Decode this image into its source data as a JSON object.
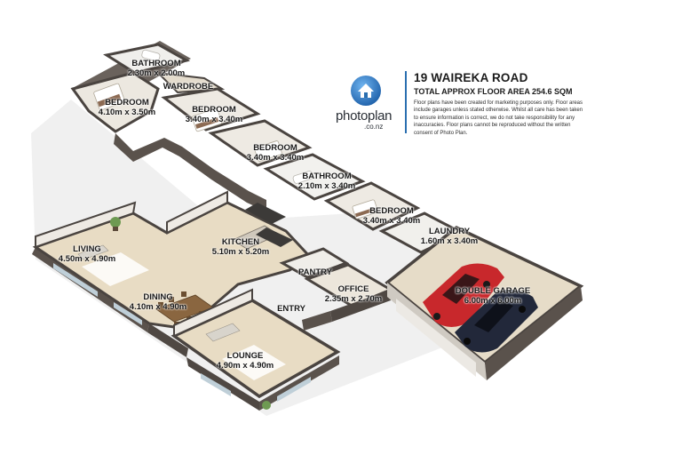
{
  "header": {
    "address": "19 WAIREKA ROAD",
    "floor_area": "TOTAL APPROX FLOOR AREA 254.6 SQM",
    "disclaimer": "Floor plans have been created for marketing purposes only. Floor areas include garages unless stated otherwise. Whilst all care has been taken to ensure information is correct, we do not take responsibility for any inaccuracies. Floor plans cannot be reproduced without the written consent of Photo Plan."
  },
  "logo": {
    "text": "photoplan",
    "sub": ".co.nz"
  },
  "colors": {
    "wall": "#4a4440",
    "floor_wood": "#e8dcc4",
    "floor_tile": "#f1f0ed",
    "floor_carpet": "#d6cfc2",
    "brand_blue": "#2a6fb0",
    "car_red": "#c8282c",
    "car_navy": "#22283a"
  },
  "rooms": [
    {
      "id": "bathroom-1",
      "name": "BATHROOM",
      "size": "2.30m x 2.00m"
    },
    {
      "id": "wardrobe",
      "name": "WARDROBE",
      "size": ""
    },
    {
      "id": "bedroom-1",
      "name": "BEDROOM",
      "size": "4.10m x 3.50m"
    },
    {
      "id": "bedroom-2",
      "name": "BEDROOM",
      "size": "3.40m x 3.40m"
    },
    {
      "id": "bedroom-3",
      "name": "BEDROOM",
      "size": "3.40m x 3.40m"
    },
    {
      "id": "bathroom-2",
      "name": "BATHROOM",
      "size": "2.10m x 3.40m"
    },
    {
      "id": "bedroom-4",
      "name": "BEDROOM",
      "size": "3.40m x 3.40m"
    },
    {
      "id": "laundry",
      "name": "LAUNDRY",
      "size": "1.60m x 3.40m"
    },
    {
      "id": "living",
      "name": "LIVING",
      "size": "4.50m x 4.90m"
    },
    {
      "id": "kitchen",
      "name": "KITCHEN",
      "size": "5.10m x 5.20m"
    },
    {
      "id": "pantry",
      "name": "PANTRY",
      "size": ""
    },
    {
      "id": "office",
      "name": "OFFICE",
      "size": "2.35m x 2.70m"
    },
    {
      "id": "double-garage",
      "name": "DOUBLE GARAGE",
      "size": "6.00m x 6.00m"
    },
    {
      "id": "dining",
      "name": "DINING",
      "size": "4.10m x 4.90m"
    },
    {
      "id": "entry",
      "name": "ENTRY",
      "size": ""
    },
    {
      "id": "lounge",
      "name": "LOUNGE",
      "size": "4.90m x 4.90m"
    }
  ]
}
